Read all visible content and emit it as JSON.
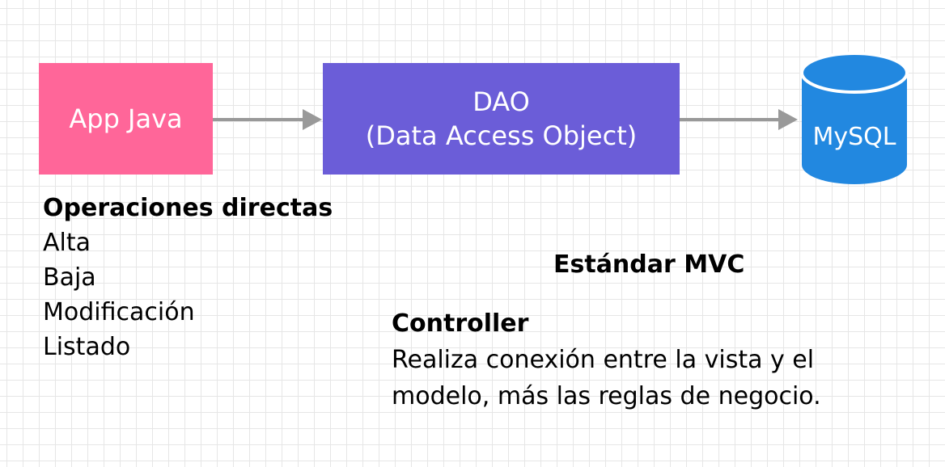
{
  "boxes": {
    "app": {
      "label": "App Java",
      "color": "#ff6699"
    },
    "dao": {
      "label_line1": "DAO",
      "label_line2": "(Data Access Object)",
      "color": "#6b5dd8"
    },
    "database": {
      "label": "MySQL",
      "color": "#2288e0"
    }
  },
  "arrow_color": "#999999",
  "operations": {
    "title": "Operaciones directas",
    "items": [
      "Alta",
      "Baja",
      "Modificación",
      "Listado"
    ]
  },
  "mvc": {
    "title": "Estándar MVC",
    "controller_title": "Controller",
    "controller_line1": "Realiza conexión entre la vista y el",
    "controller_line2": "modelo, más las reglas de negocio."
  }
}
